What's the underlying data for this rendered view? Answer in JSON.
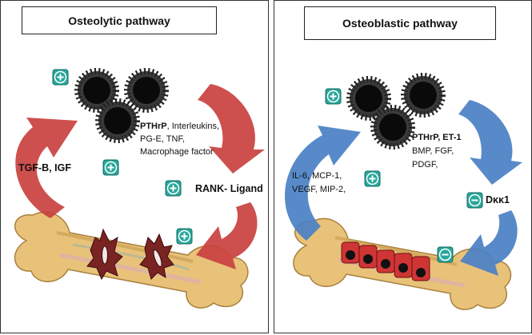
{
  "left_panel": {
    "title": "Osteolytic pathway",
    "factors_bold": "PTHrP",
    "factors_rest": ", Interleukins,",
    "factors_line2": "PG-E, TNF,",
    "factors_line3": "Macrophage factor",
    "tgf_label": "TGF-B, IGF",
    "rank_label": "RANK- Ligand"
  },
  "right_panel": {
    "title": "Osteoblastic pathway",
    "factors_line1": "PTHrP, ET-1",
    "factors_line2": "BMP, FGF,",
    "factors_line3": "PDGF,",
    "il_line1": "IL-6, MCP-1,",
    "il_line2": "VEGF, MIP-2,",
    "dkk_label": "Dκκ1"
  },
  "symbols": {
    "plus": "+",
    "minus": "−"
  },
  "colors": {
    "red_arrow": "#c9413f",
    "blue_arrow": "#4a80c4",
    "teal_badge": "#2aa79b",
    "bone": "#e9c27a",
    "osteoclast": "#7a2323",
    "osteoblast": "#d03535"
  }
}
